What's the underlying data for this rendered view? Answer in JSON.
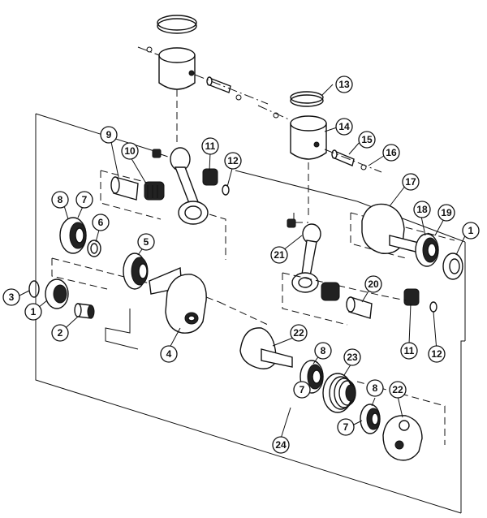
{
  "callouts": [
    {
      "id": "c1a",
      "label": "1"
    },
    {
      "id": "c1b",
      "label": "1"
    },
    {
      "id": "c2",
      "label": "2"
    },
    {
      "id": "c3",
      "label": "3"
    },
    {
      "id": "c4",
      "label": "4"
    },
    {
      "id": "c5",
      "label": "5"
    },
    {
      "id": "c6",
      "label": "6"
    },
    {
      "id": "c7a",
      "label": "7"
    },
    {
      "id": "c7b",
      "label": "7"
    },
    {
      "id": "c7c",
      "label": "7"
    },
    {
      "id": "c8a",
      "label": "8"
    },
    {
      "id": "c8b",
      "label": "8"
    },
    {
      "id": "c8c",
      "label": "8"
    },
    {
      "id": "c9",
      "label": "9"
    },
    {
      "id": "c10",
      "label": "10"
    },
    {
      "id": "c11a",
      "label": "11"
    },
    {
      "id": "c11b",
      "label": "11"
    },
    {
      "id": "c12a",
      "label": "12"
    },
    {
      "id": "c12b",
      "label": "12"
    },
    {
      "id": "c13",
      "label": "13"
    },
    {
      "id": "c14",
      "label": "14"
    },
    {
      "id": "c15",
      "label": "15"
    },
    {
      "id": "c16",
      "label": "16"
    },
    {
      "id": "c17",
      "label": "17"
    },
    {
      "id": "c18",
      "label": "18"
    },
    {
      "id": "c19",
      "label": "19"
    },
    {
      "id": "c20",
      "label": "20"
    },
    {
      "id": "c21",
      "label": "21"
    },
    {
      "id": "c22a",
      "label": "22"
    },
    {
      "id": "c22b",
      "label": "22"
    },
    {
      "id": "c23",
      "label": "23"
    },
    {
      "id": "c24",
      "label": "24"
    }
  ]
}
